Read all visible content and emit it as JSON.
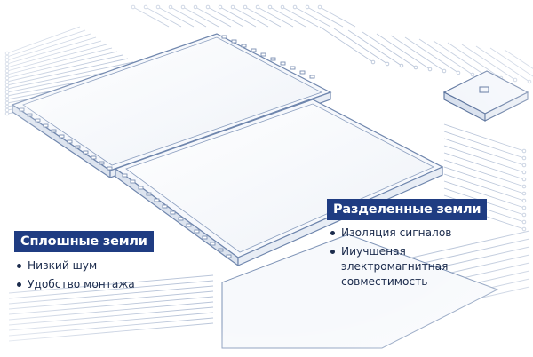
{
  "solid": {
    "title": "Сплошные земли",
    "items": [
      "Низкий шум",
      "Удобство монтажа"
    ]
  },
  "split": {
    "title": "Разделенные земли",
    "items": [
      "Изоляция сигналов",
      "Ииучшеная электромагнитная совместимость"
    ]
  },
  "colors": {
    "label_bg": "#1f3c82",
    "text": "#1b2b4c",
    "line": "#9fb0cb"
  }
}
